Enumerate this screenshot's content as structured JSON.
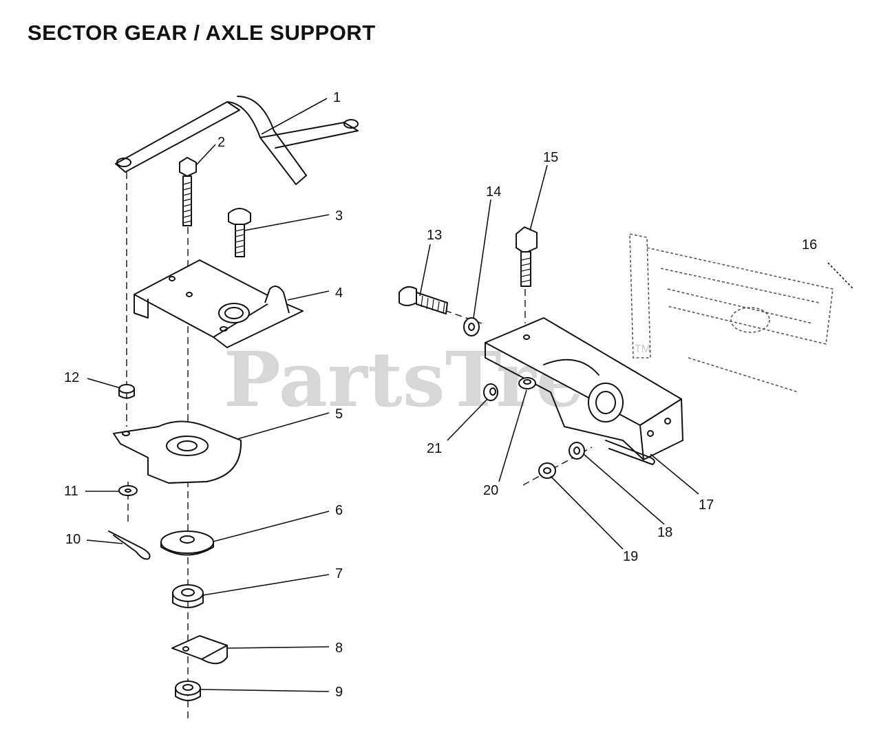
{
  "title": "SECTOR GEAR / AXLE SUPPORT",
  "watermark": {
    "text": "PartsTree",
    "trademark": "TM"
  },
  "callouts": {
    "c1": "1",
    "c2": "2",
    "c3": "3",
    "c4": "4",
    "c5": "5",
    "c6": "6",
    "c7": "7",
    "c8": "8",
    "c9": "9",
    "c10": "10",
    "c11": "11",
    "c12": "12",
    "c13": "13",
    "c14": "14",
    "c15": "15",
    "c16": "16",
    "c17": "17",
    "c18": "18",
    "c19": "19",
    "c20": "20",
    "c21": "21"
  }
}
